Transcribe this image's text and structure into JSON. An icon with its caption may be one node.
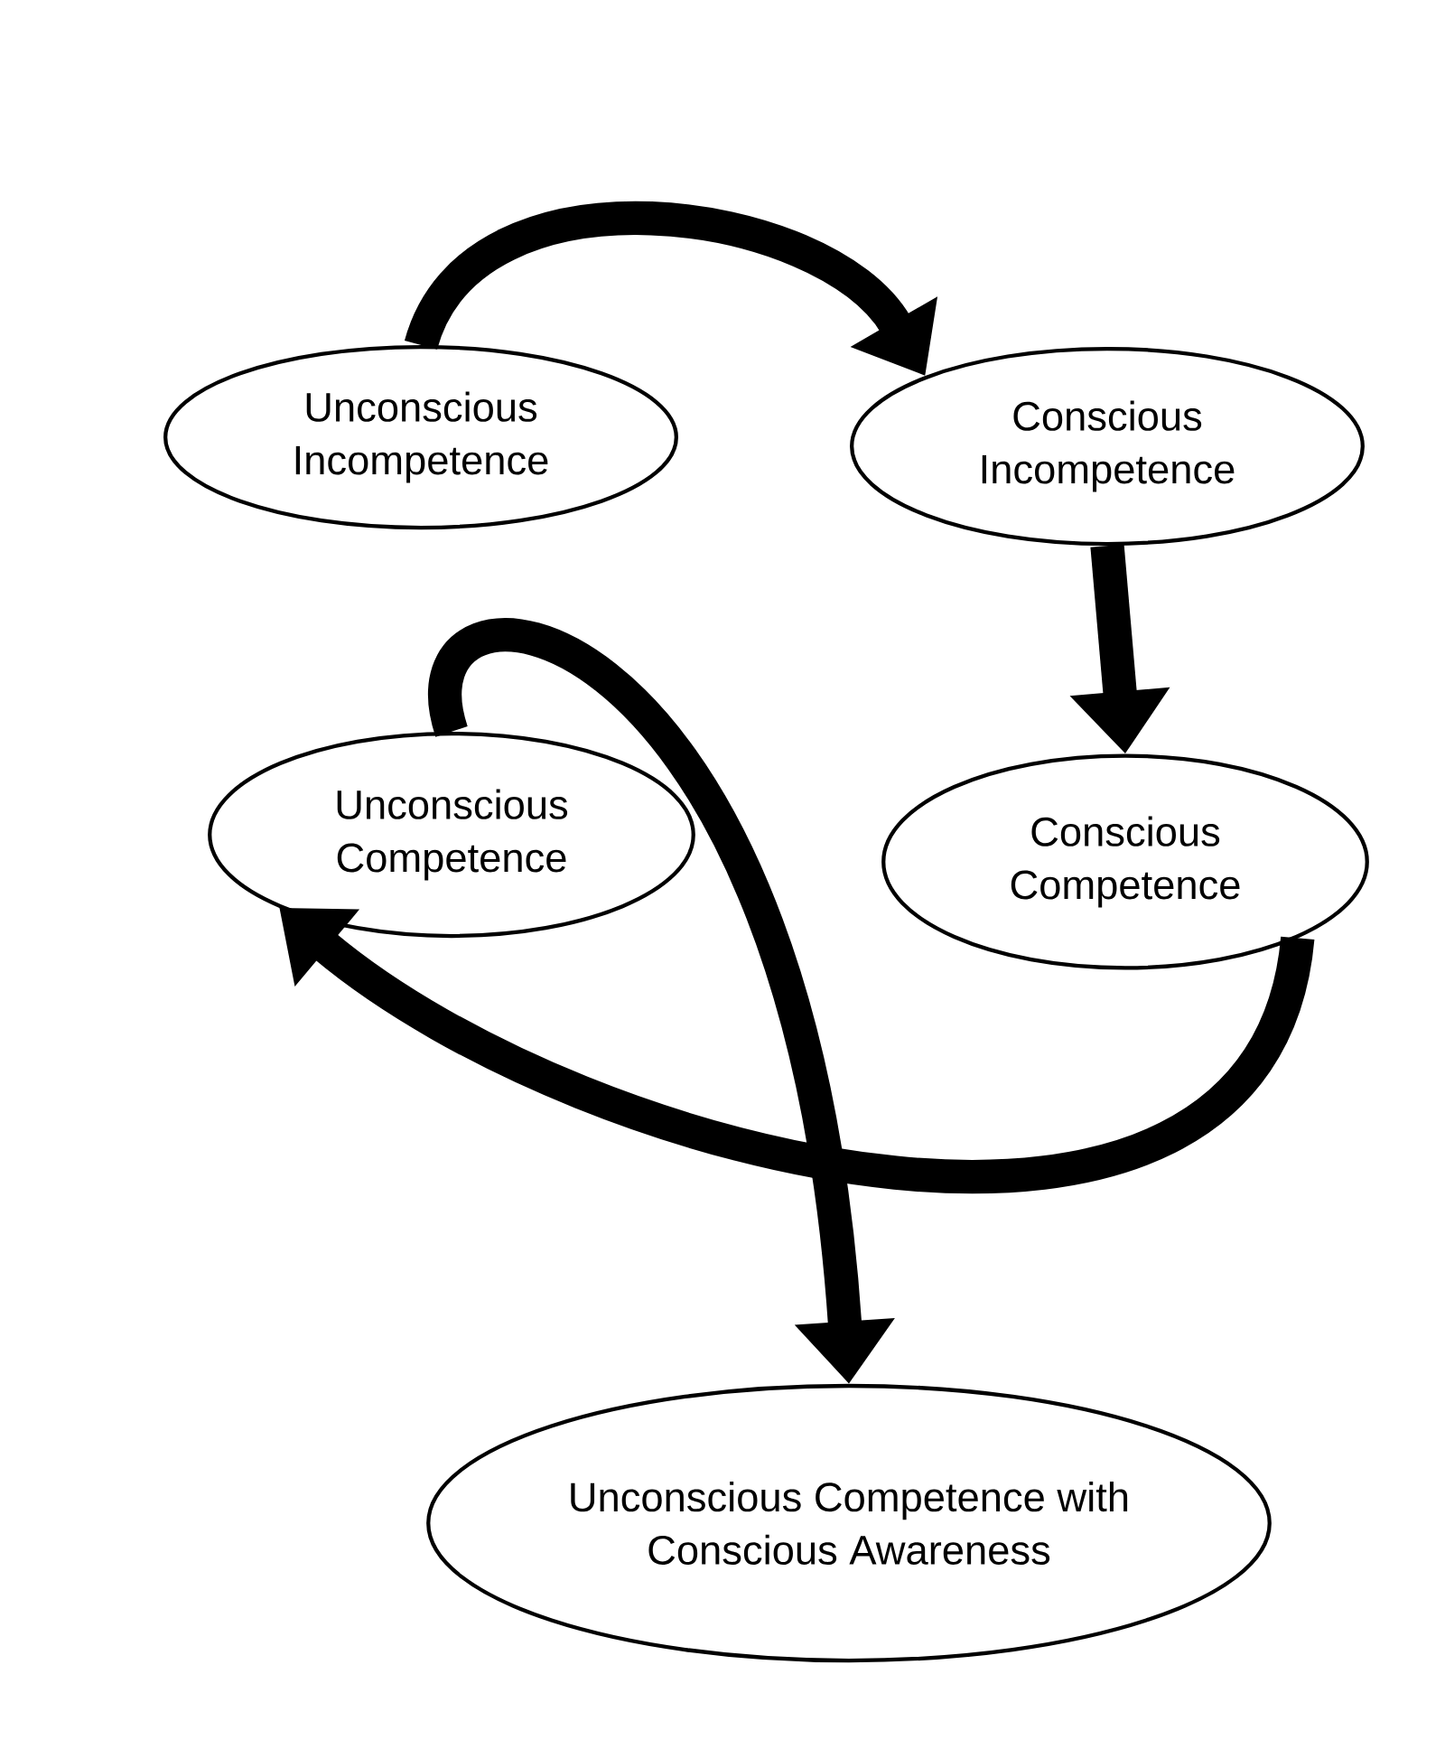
{
  "diagram": {
    "nodes": [
      {
        "text": [
          "Unconscious Incompetence"
        ]
      },
      {
        "text": [
          "Conscious Incompetence"
        ]
      },
      {
        "text": [
          "Unconscious Competence"
        ]
      },
      {
        "text": [
          "Conscious Competence"
        ]
      },
      {
        "text": [
          "Unconscious Competence with Conscious Awareness"
        ]
      }
    ],
    "edges": [
      {
        "from": 0,
        "to": 1,
        "arrow": "to"
      },
      {
        "from": 1,
        "to": 3,
        "arrow": "to"
      },
      {
        "from": 3,
        "to": 2,
        "arrow": "to"
      },
      {
        "from": 2,
        "to": 4,
        "arrow": "to"
      }
    ]
  }
}
